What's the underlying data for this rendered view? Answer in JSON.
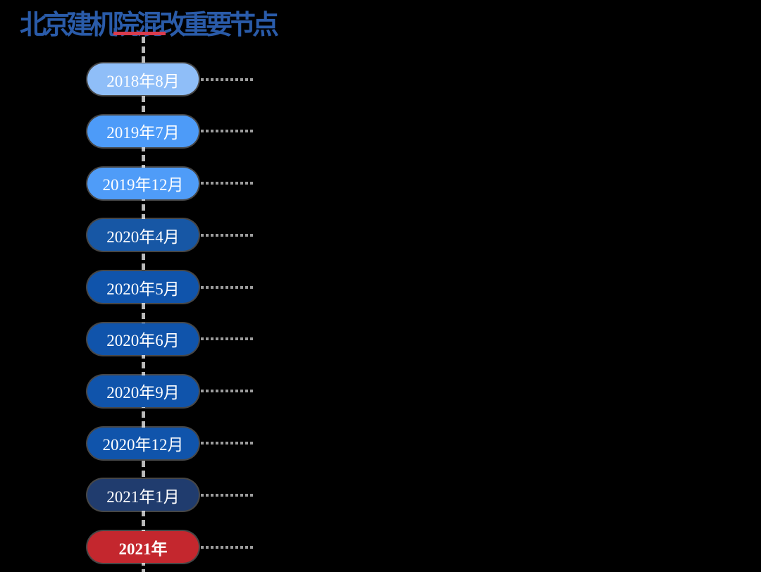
{
  "title": {
    "text": "北京建机院混改重要节点"
  },
  "colors": {
    "background": "#000000",
    "title": "#2A5BA9",
    "underline": "#D93B4D",
    "vertical_line": "#BABABA",
    "connector": "#9C9C9C",
    "pill_text": "#FFFFFF",
    "highlight_pill": "#C4272E"
  },
  "timeline": {
    "items": [
      {
        "label": "2018年8月",
        "color": "#8FBEF8",
        "emphasis": false
      },
      {
        "label": "2019年7月",
        "color": "#4D9BF8",
        "emphasis": false
      },
      {
        "label": "2019年12月",
        "color": "#4F9CF8",
        "emphasis": false
      },
      {
        "label": "2020年4月",
        "color": "#1757A5",
        "emphasis": false
      },
      {
        "label": "2020年5月",
        "color": "#1054AB",
        "emphasis": false
      },
      {
        "label": "2020年6月",
        "color": "#1054AB",
        "emphasis": false
      },
      {
        "label": "2020年9月",
        "color": "#1054AB",
        "emphasis": false
      },
      {
        "label": "2020年12月",
        "color": "#1054AB",
        "emphasis": false
      },
      {
        "label": "2021年1月",
        "color": "#203C6E",
        "emphasis": false
      },
      {
        "label": "2021年",
        "color": "#C4272E",
        "emphasis": true
      }
    ]
  }
}
